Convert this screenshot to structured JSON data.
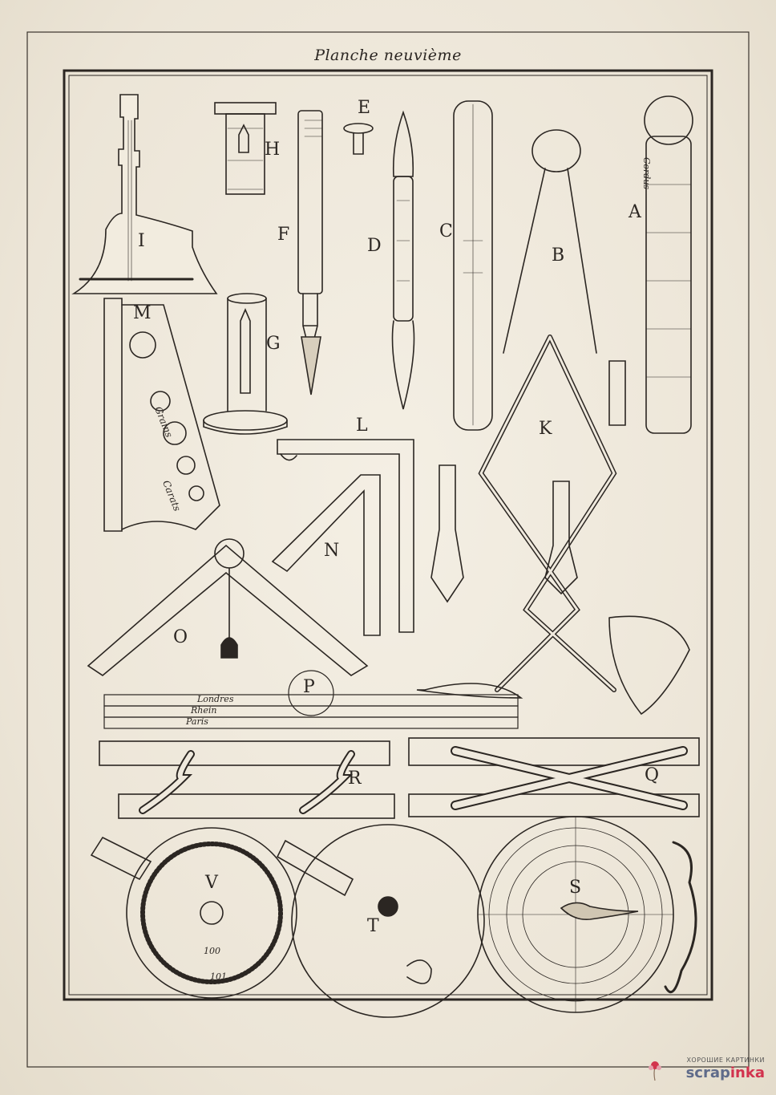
{
  "plate": {
    "title": "Planche neuvième"
  },
  "figure_labels": {
    "A": "A",
    "B": "B",
    "C": "C",
    "D": "D",
    "E": "E",
    "F": "F",
    "G": "G",
    "H": "H",
    "I": "I",
    "K": "K",
    "L": "L",
    "M": "M",
    "N": "N",
    "O": "O",
    "P": "P",
    "Q": "Q",
    "R": "R",
    "S": "S",
    "T": "T",
    "V": "V"
  },
  "rule_scales": {
    "londres": "Londres",
    "rhein": "Rhein",
    "paris": "Paris"
  },
  "sector_text": {
    "grains": "Grains",
    "carats": "Carats"
  },
  "cylinder_text": "Cordus",
  "dial_numbers": {
    "hundred": "100",
    "hundred_one": "101"
  },
  "watermark": {
    "tagline": "ХОРОШИЕ КАРТИНКИ",
    "brand_left": "scrap",
    "brand_right": "inka"
  },
  "colors": {
    "ink": "#2b2622",
    "paper": "#efe9dd",
    "brand": "#5f6b8a",
    "brand_accent": "#d2334e"
  }
}
